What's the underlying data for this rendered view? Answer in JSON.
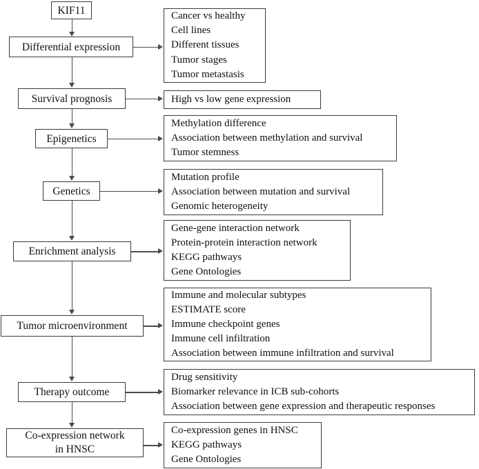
{
  "diagram": {
    "title": "KIF11 analysis workflow flowchart",
    "type": "flowchart",
    "colors": {
      "background": "#ffffff",
      "box_border": "#3a3a3a",
      "connector": "#4a4a4a",
      "text": "#101010"
    },
    "root": {
      "label": "KIF11"
    },
    "steps": [
      {
        "label": "Differential expression",
        "details": [
          "Cancer vs healthy",
          "Cell lines",
          "Different tissues",
          "Tumor stages",
          "Tumor metastasis"
        ]
      },
      {
        "label": "Survival prognosis",
        "details": [
          "High vs low gene expression"
        ]
      },
      {
        "label": "Epigenetics",
        "details": [
          "Methylation difference",
          "Association between methylation and survival",
          "Tumor stemness"
        ]
      },
      {
        "label": "Genetics",
        "details": [
          "Mutation profile",
          "Association between mutation and survival",
          "Genomic heterogeneity"
        ]
      },
      {
        "label": "Enrichment analysis",
        "details": [
          "Gene-gene interaction network",
          "Protein-protein interaction network",
          "KEGG pathways",
          "Gene Ontologies"
        ]
      },
      {
        "label": "Tumor microenvironment",
        "details": [
          "Immune and molecular subtypes",
          "ESTIMATE score",
          "Immune checkpoint genes",
          "Immune cell infiltration",
          "Association between immune infiltration and survival"
        ]
      },
      {
        "label": "Therapy outcome",
        "details": [
          "Drug sensitivity",
          "Biomarker relevance in ICB sub-cohorts",
          "Association between gene expression and therapeutic responses"
        ]
      },
      {
        "label_line1": "Co-expression network",
        "label_line2": "in HNSC",
        "details": [
          "Co-expression genes in HNSC",
          "KEGG pathways",
          "Gene Ontologies"
        ]
      }
    ]
  }
}
